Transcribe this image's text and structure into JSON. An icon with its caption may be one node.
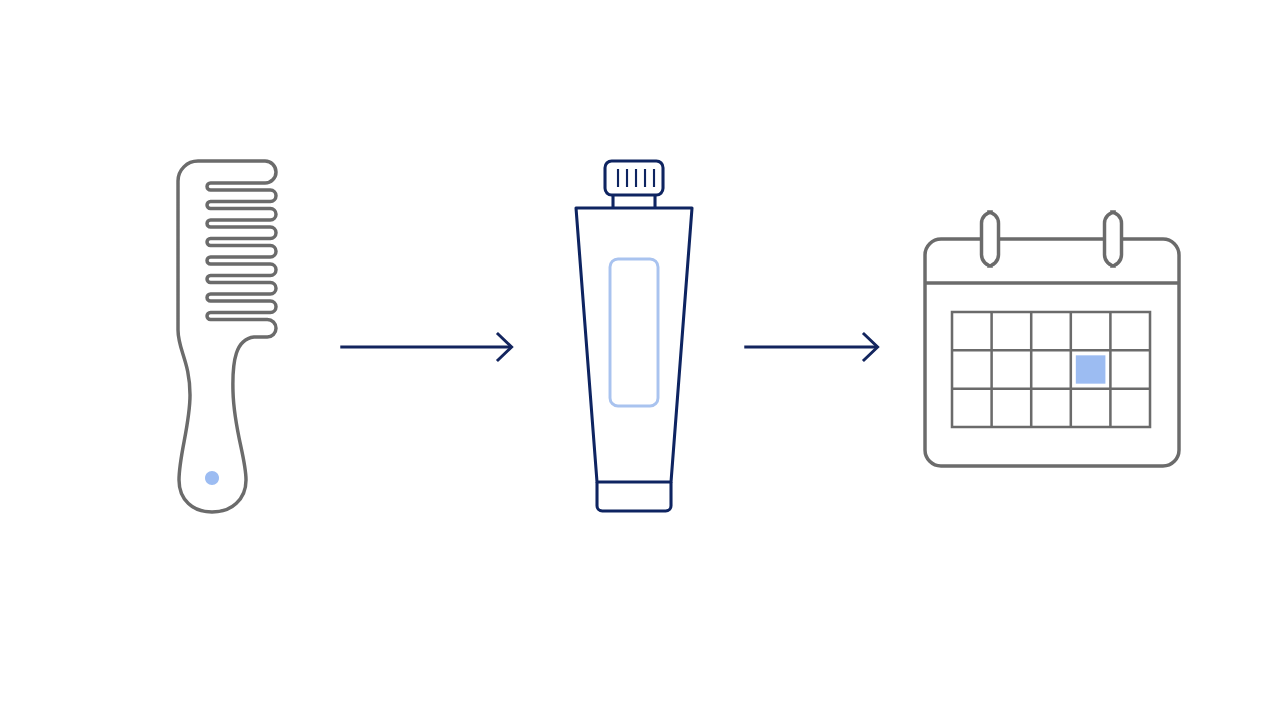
{
  "diagram": {
    "nodes": [
      {
        "text": [],
        "shape": "picture"
      },
      {
        "text": [],
        "shape": "picture"
      },
      {
        "text": [],
        "shape": "picture"
      }
    ],
    "edges": [
      {
        "from": 0,
        "to": 1,
        "arrow": "to"
      },
      {
        "from": 1,
        "to": 2,
        "arrow": "to"
      }
    ]
  }
}
